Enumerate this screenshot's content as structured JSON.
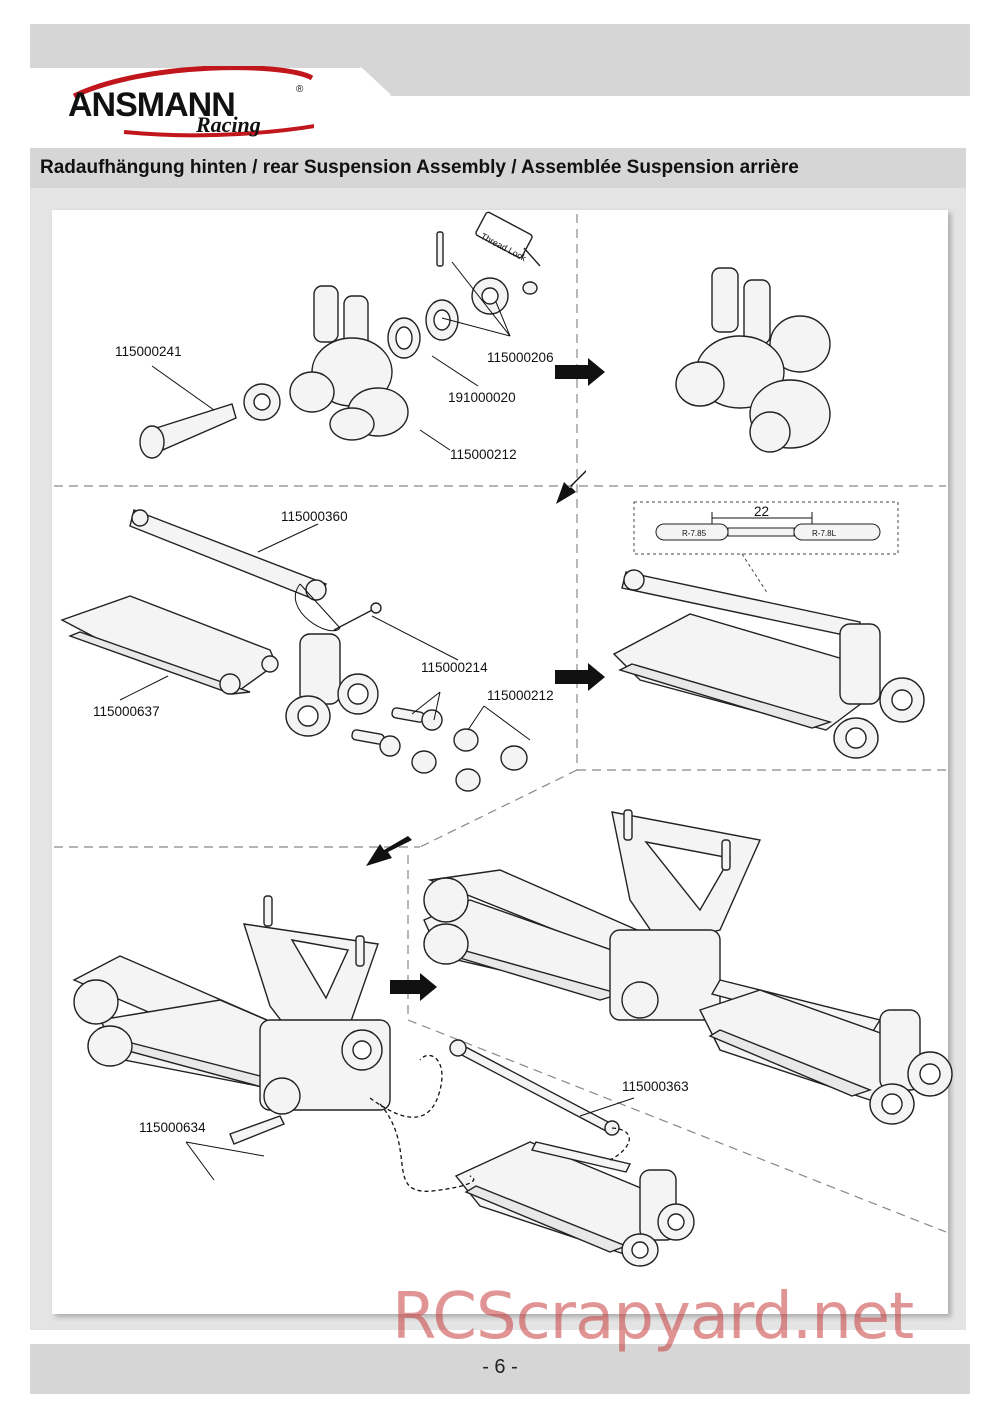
{
  "brand": {
    "name": "ANSMANN",
    "sub": "Racing",
    "reg": "®"
  },
  "title": "Radaufhängung hinten / rear Suspension Assembly / Assemblée Suspension arrière",
  "parts": {
    "p1": "115000241",
    "p2": "115000206",
    "p3": "191000020",
    "p4": "115000212",
    "p5": "115000360",
    "p6": "115000214",
    "p7": "115000212",
    "p8": "115000637",
    "p9": "115000363",
    "p10": "115000634"
  },
  "thread_lock": "Thread Lock",
  "measurement": "22",
  "turnbuckle_marks": {
    "left": "R-7.85",
    "right": "R-7.8L"
  },
  "page_number": "- 6 -",
  "watermark": "RCScrapyard.net"
}
